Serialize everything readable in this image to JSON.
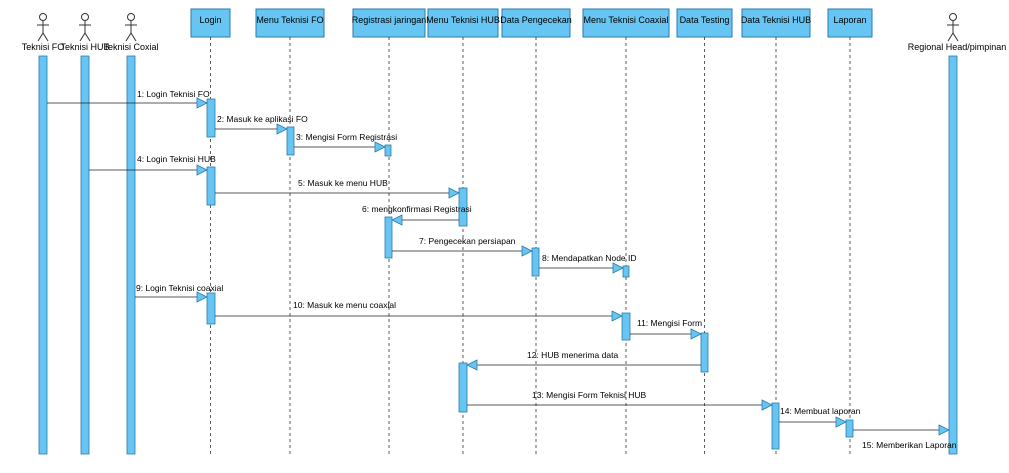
{
  "actors": [
    {
      "id": "fo",
      "label": "Teknisi FO"
    },
    {
      "id": "hub",
      "label": "Teknisi HUB"
    },
    {
      "id": "coax",
      "label": "Teknisi Coxial"
    },
    {
      "id": "head",
      "label": "Regional Head/pimpinan"
    }
  ],
  "objects": [
    {
      "id": "login",
      "label": "Login"
    },
    {
      "id": "menufo",
      "label": "Menu Teknisi FO"
    },
    {
      "id": "reg",
      "label": "Registrasi jaringan"
    },
    {
      "id": "menuhub",
      "label": "Menu Teknisi HUB"
    },
    {
      "id": "peng",
      "label": "Data Pengecekan"
    },
    {
      "id": "menucoax",
      "label": "Menu Teknisi Coaxial"
    },
    {
      "id": "testing",
      "label": "Data Testing"
    },
    {
      "id": "datahub",
      "label": "Data Teknisi HUB"
    },
    {
      "id": "laporan",
      "label": "Laporan"
    }
  ],
  "messages": [
    {
      "label": "1: Login Teknisi FO",
      "from": "fo",
      "to": "login"
    },
    {
      "label": "2: Masuk ke aplikasi FO",
      "from": "login",
      "to": "menufo"
    },
    {
      "label": "3: Mengisi Form Registrasi",
      "from": "menufo",
      "to": "reg"
    },
    {
      "label": "4: Login Teknisi HUB",
      "from": "hub",
      "to": "login"
    },
    {
      "label": "5: Masuk ke menu HUB",
      "from": "login",
      "to": "menuhub"
    },
    {
      "label": "6: mengkonfirmasi Registrasi",
      "from": "menuhub",
      "to": "reg"
    },
    {
      "label": "7: Pengecekan persiapan",
      "from": "reg",
      "to": "peng"
    },
    {
      "label": "8: Mendapatkan Node ID",
      "from": "peng",
      "to": "menucoax"
    },
    {
      "label": "9: Login Teknisi coaxial",
      "from": "coax",
      "to": "login"
    },
    {
      "label": "10: Masuk ke menu coaxial",
      "from": "login",
      "to": "menucoax"
    },
    {
      "label": "11: Mengisi Form",
      "from": "menucoax",
      "to": "testing"
    },
    {
      "label": "12: HUB menerima data",
      "from": "testing",
      "to": "menuhub"
    },
    {
      "label": "13: Mengisi Form Teknisi HUB",
      "from": "menuhub",
      "to": "datahub"
    },
    {
      "label": "14: Membuat laporan",
      "from": "datahub",
      "to": "laporan"
    },
    {
      "label": "15: Memberikan Laporan",
      "from": "laporan",
      "to": "head"
    }
  ],
  "colors": {
    "fill": "#66c5f2",
    "stroke": "#2a7aa8"
  }
}
